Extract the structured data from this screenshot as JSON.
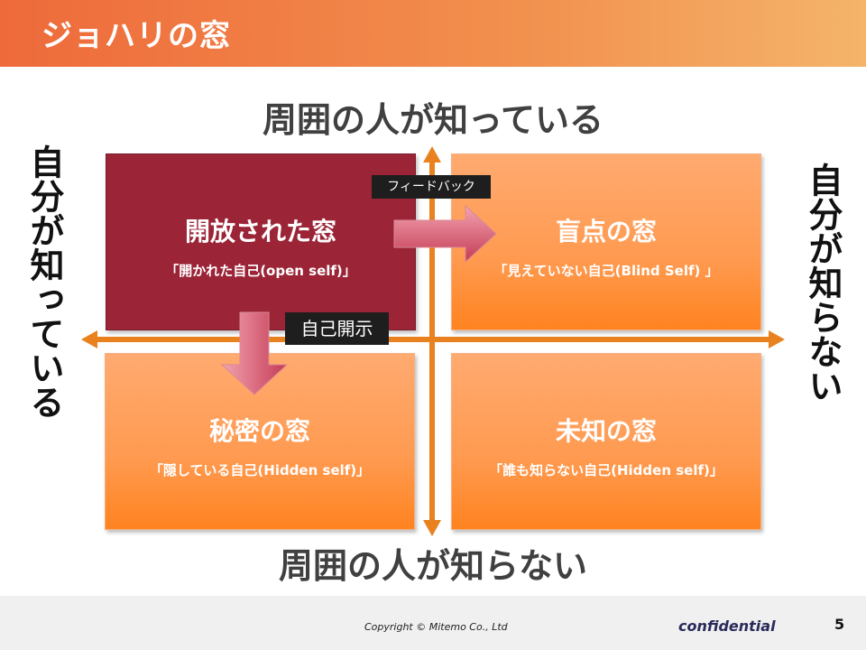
{
  "title": "ジョハリの窓",
  "axis": {
    "top": "周囲の人が知っている",
    "bottom": "周囲の人が知らない",
    "left": "自分が知っている",
    "right": "自分が知らない"
  },
  "quadrants": {
    "open": {
      "title": "開放された窓",
      "subtitle": "「開かれた自己(open self)」"
    },
    "blind": {
      "title": "盲点の窓",
      "subtitle": "「見えていない自己(Blind Self) 」"
    },
    "hidden": {
      "title": "秘密の窓",
      "subtitle": "「隠している自己(Hidden self)」"
    },
    "unknown": {
      "title": "未知の窓",
      "subtitle": "「誰も知らない自己(Hidden self)」"
    }
  },
  "arrows": {
    "feedback": "フィードバック",
    "self_disclosure": "自己開示"
  },
  "footer": {
    "copyright": "Copyright © Mitemo Co., Ltd",
    "confidential": "confidential",
    "page": "5"
  },
  "colors": {
    "title_bar_start": "#ee6a3a",
    "title_bar_end": "#f4b46a",
    "open_window": "#9b2437",
    "orange_window": "#ff9a50",
    "axis_orange": "#e8811e",
    "arrow_red": "#d2536a"
  }
}
